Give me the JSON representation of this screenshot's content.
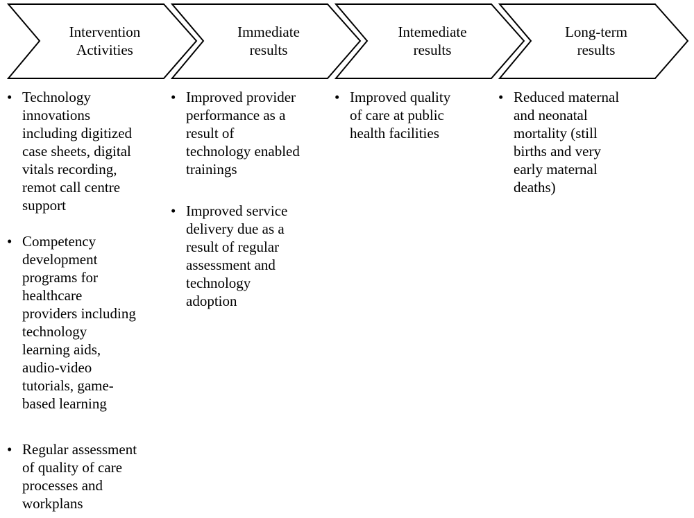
{
  "stages": [
    {
      "title_lines": [
        "Intervention",
        "Activities"
      ],
      "bullets": [
        [
          "Technology",
          "innovations",
          "including digitized",
          "case sheets, digital",
          "vitals recording,",
          "remot call centre",
          "support"
        ],
        [
          "Competency",
          "development",
          "programs for",
          "healthcare",
          "providers including",
          "technology",
          "learning aids,",
          "audio-video",
          "tutorials, game-",
          "based learning"
        ],
        [
          "Regular assessment",
          "of quality of care",
          "processes and",
          "workplans"
        ]
      ]
    },
    {
      "title_lines": [
        "Immediate",
        "results"
      ],
      "bullets": [
        [
          "Improved provider",
          "performance as a",
          "result of",
          "technology enabled",
          "trainings"
        ],
        [
          "Improved service",
          "delivery due as a",
          "result of regular",
          "assessment and",
          "technology",
          "adoption"
        ]
      ]
    },
    {
      "title_lines": [
        "Intemediate",
        "results"
      ],
      "bullets": [
        [
          "Improved quality",
          "of care at public",
          "health facilities"
        ]
      ]
    },
    {
      "title_lines": [
        "Long-term",
        "results"
      ],
      "bullets": [
        [
          "Reduced maternal",
          "and neonatal",
          "mortality (still",
          "births and very",
          "early maternal",
          "deaths)"
        ]
      ]
    }
  ]
}
